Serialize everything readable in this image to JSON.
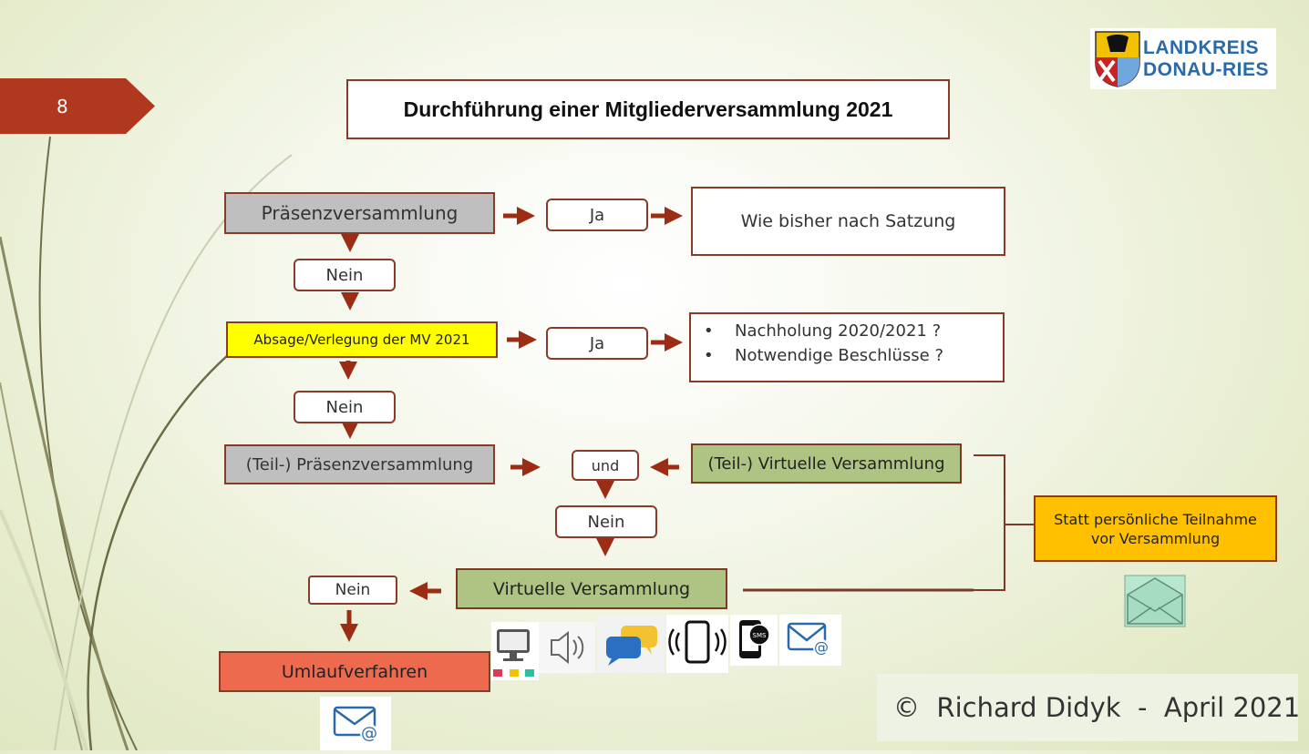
{
  "slide_number": "8",
  "title": "Durchführung einer Mitgliederversammlung 2021",
  "logo": {
    "line1": "LANDKREIS",
    "line2": "DONAU-RIES"
  },
  "nodes": {
    "praesenz": "Präsenzversammlung",
    "ja1": "Ja",
    "wie_bisher": "Wie bisher nach Satzung",
    "nein1": "Nein",
    "absage": "Absage/Verlegung der MV 2021",
    "ja2": "Ja",
    "bullets": [
      "Nachholung 2020/2021 ?",
      "Notwendige Beschlüsse ?"
    ],
    "nein2": "Nein",
    "teil_praesenz": "(Teil-) Präsenzversammlung",
    "und": "und",
    "teil_virtuell": "(Teil-) Virtuelle Versammlung",
    "nein3": "Nein",
    "virtuell": "Virtuelle Versammlung",
    "nein4": "Nein",
    "umlauf": "Umlaufverfahren",
    "statt": "Statt persönliche Teilnahme vor Versammlung"
  },
  "icons": [
    "monitor-icon",
    "speaker-icon",
    "chat-bubbles-icon",
    "smartphone-vibrate-icon",
    "sms-phone-icon",
    "email-at-icon"
  ],
  "copyright": "©  Richard Didyk  -  April 2021",
  "colors": {
    "arrow": "#9b2d14",
    "accent": "#b0381e",
    "yellow": "#ffff00",
    "orange": "#ffc000",
    "salmon": "#ee6a4f",
    "green": "#afc383"
  }
}
